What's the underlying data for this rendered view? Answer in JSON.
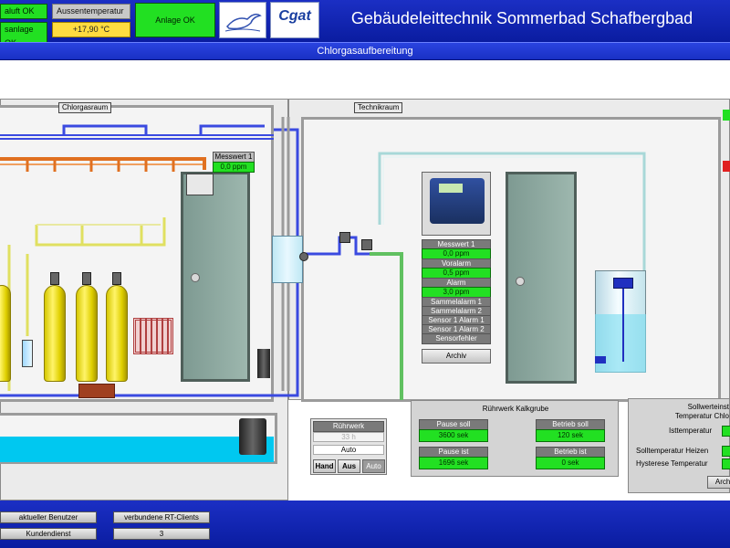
{
  "header": {
    "status_1": "aluft OK",
    "status_2": "sanlage OK",
    "outside_temp_label": "Aussentemperatur",
    "outside_temp_value": "+17,90 °C",
    "system_status": "Anlage OK",
    "logo_text": "Cgat",
    "title": "Gebäudeleittechnik Sommerbad Schafbergbad"
  },
  "subbar": {
    "title": "Chlorgasaufbereitung"
  },
  "rooms": {
    "chlorgas_label": "Chlorgasraum",
    "technik_label": "Technikraum"
  },
  "chlorgas_sensor": {
    "label": "Messwert 1",
    "value": "0,0 ppm"
  },
  "controller_panel": {
    "rows": [
      {
        "label": "Messwert 1",
        "value": "0,0 ppm"
      },
      {
        "label": "Voralarm",
        "value": "0,5 ppm"
      },
      {
        "label": "Alarm",
        "value": "3,0 ppm"
      }
    ],
    "alarms": [
      "Sammelalarm 1",
      "Sammelalarm 2",
      "Sensor 1 Alarm 1",
      "Sensor 1 Alarm 2",
      "Sensorfehler"
    ],
    "archive_button": "Archiv"
  },
  "ruehrwerk": {
    "title": "Rührwerk",
    "time_value": "33 h",
    "mode_value": "Auto",
    "buttons": [
      "Hand",
      "Aus",
      "Auto"
    ]
  },
  "kalkgrube": {
    "title": "Rührwerk Kalkgrube",
    "pause_soll_label": "Pause soll",
    "pause_soll_value": "3600 sek",
    "betrieb_soll_label": "Betrieb soll",
    "betrieb_soll_value": "120 sek",
    "pause_ist_label": "Pause ist",
    "pause_ist_value": "1696 sek",
    "betrieb_ist_label": "Betrieb ist",
    "betrieb_ist_value": "0 sek"
  },
  "sollwert": {
    "title_1": "Sollwerteinst",
    "title_2": "Temperatur Chlo",
    "ist_label": "Isttemperatur",
    "soll_heizen_label": "Solltemperatur Heizen",
    "hysterese_label": "Hysterese Temperatur",
    "archive_button": "Archiv"
  },
  "footer": {
    "user_label": "aktueller Benutzer",
    "user_value": "Kundendienst",
    "clients_label": "verbundene RT-Clients",
    "clients_value": "3"
  },
  "colors": {
    "header_blue": "#1b2fc4",
    "status_green": "#22e022",
    "warning_yellow": "#ffdc40",
    "water_cyan": "#00c8f0"
  }
}
